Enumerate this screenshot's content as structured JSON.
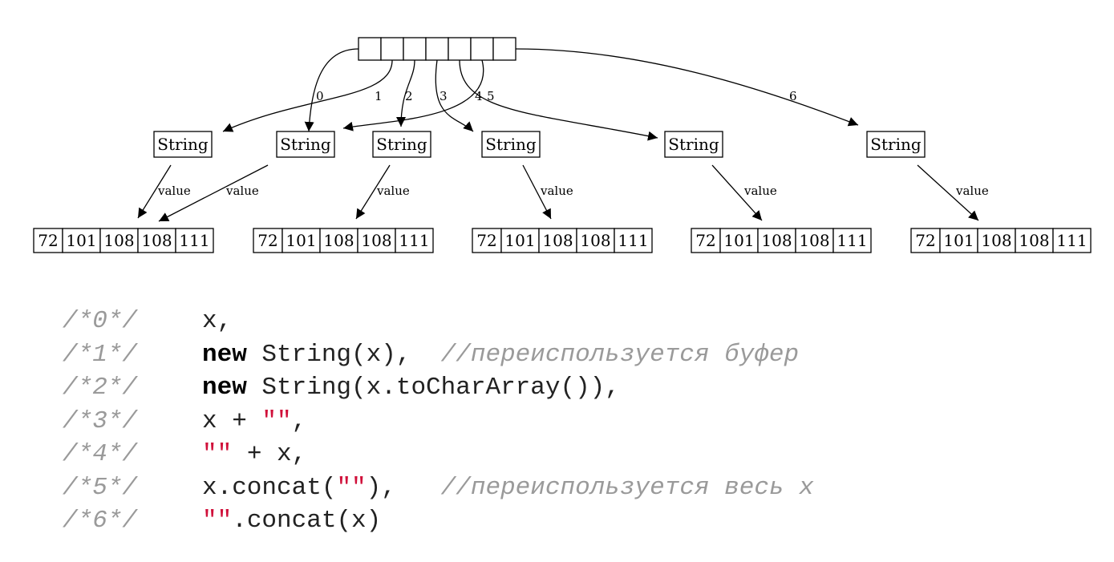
{
  "array_root": {
    "cells": 7
  },
  "edges": [
    {
      "label": "0"
    },
    {
      "label": "1"
    },
    {
      "label": "2"
    },
    {
      "label": "3"
    },
    {
      "label": "4"
    },
    {
      "label": "5"
    },
    {
      "label": "6"
    }
  ],
  "string_nodes": [
    {
      "label": "String"
    },
    {
      "label": "String"
    },
    {
      "label": "String"
    },
    {
      "label": "String"
    },
    {
      "label": "String"
    },
    {
      "label": "String"
    }
  ],
  "value_label": "value",
  "char_arrays": [
    {
      "values": [
        "72",
        "101",
        "108",
        "108",
        "111"
      ]
    },
    {
      "values": [
        "72",
        "101",
        "108",
        "108",
        "111"
      ]
    },
    {
      "values": [
        "72",
        "101",
        "108",
        "108",
        "111"
      ]
    },
    {
      "values": [
        "72",
        "101",
        "108",
        "108",
        "111"
      ]
    },
    {
      "values": [
        "72",
        "101",
        "108",
        "108",
        "111"
      ]
    }
  ],
  "code": [
    {
      "num": "/*0*/",
      "parts": [
        {
          "t": "plain",
          "v": "x,"
        }
      ]
    },
    {
      "num": "/*1*/",
      "parts": [
        {
          "t": "kw",
          "v": "new"
        },
        {
          "t": "plain",
          "v": " String(x),  "
        },
        {
          "t": "cmt",
          "v": "//переиспользуется буфер"
        }
      ]
    },
    {
      "num": "/*2*/",
      "parts": [
        {
          "t": "kw",
          "v": "new"
        },
        {
          "t": "plain",
          "v": " String(x.toCharArray()),"
        }
      ]
    },
    {
      "num": "/*3*/",
      "parts": [
        {
          "t": "plain",
          "v": "x + "
        },
        {
          "t": "str",
          "v": "\"\""
        },
        {
          "t": "plain",
          "v": ","
        }
      ]
    },
    {
      "num": "/*4*/",
      "parts": [
        {
          "t": "str",
          "v": "\"\""
        },
        {
          "t": "plain",
          "v": " + x,"
        }
      ]
    },
    {
      "num": "/*5*/",
      "parts": [
        {
          "t": "plain",
          "v": "x.concat("
        },
        {
          "t": "str",
          "v": "\"\""
        },
        {
          "t": "plain",
          "v": "),   "
        },
        {
          "t": "cmt",
          "v": "//переиспользуется весь x"
        }
      ]
    },
    {
      "num": "/*6*/",
      "parts": [
        {
          "t": "str",
          "v": "\"\""
        },
        {
          "t": "plain",
          "v": ".concat(x)"
        }
      ]
    }
  ]
}
